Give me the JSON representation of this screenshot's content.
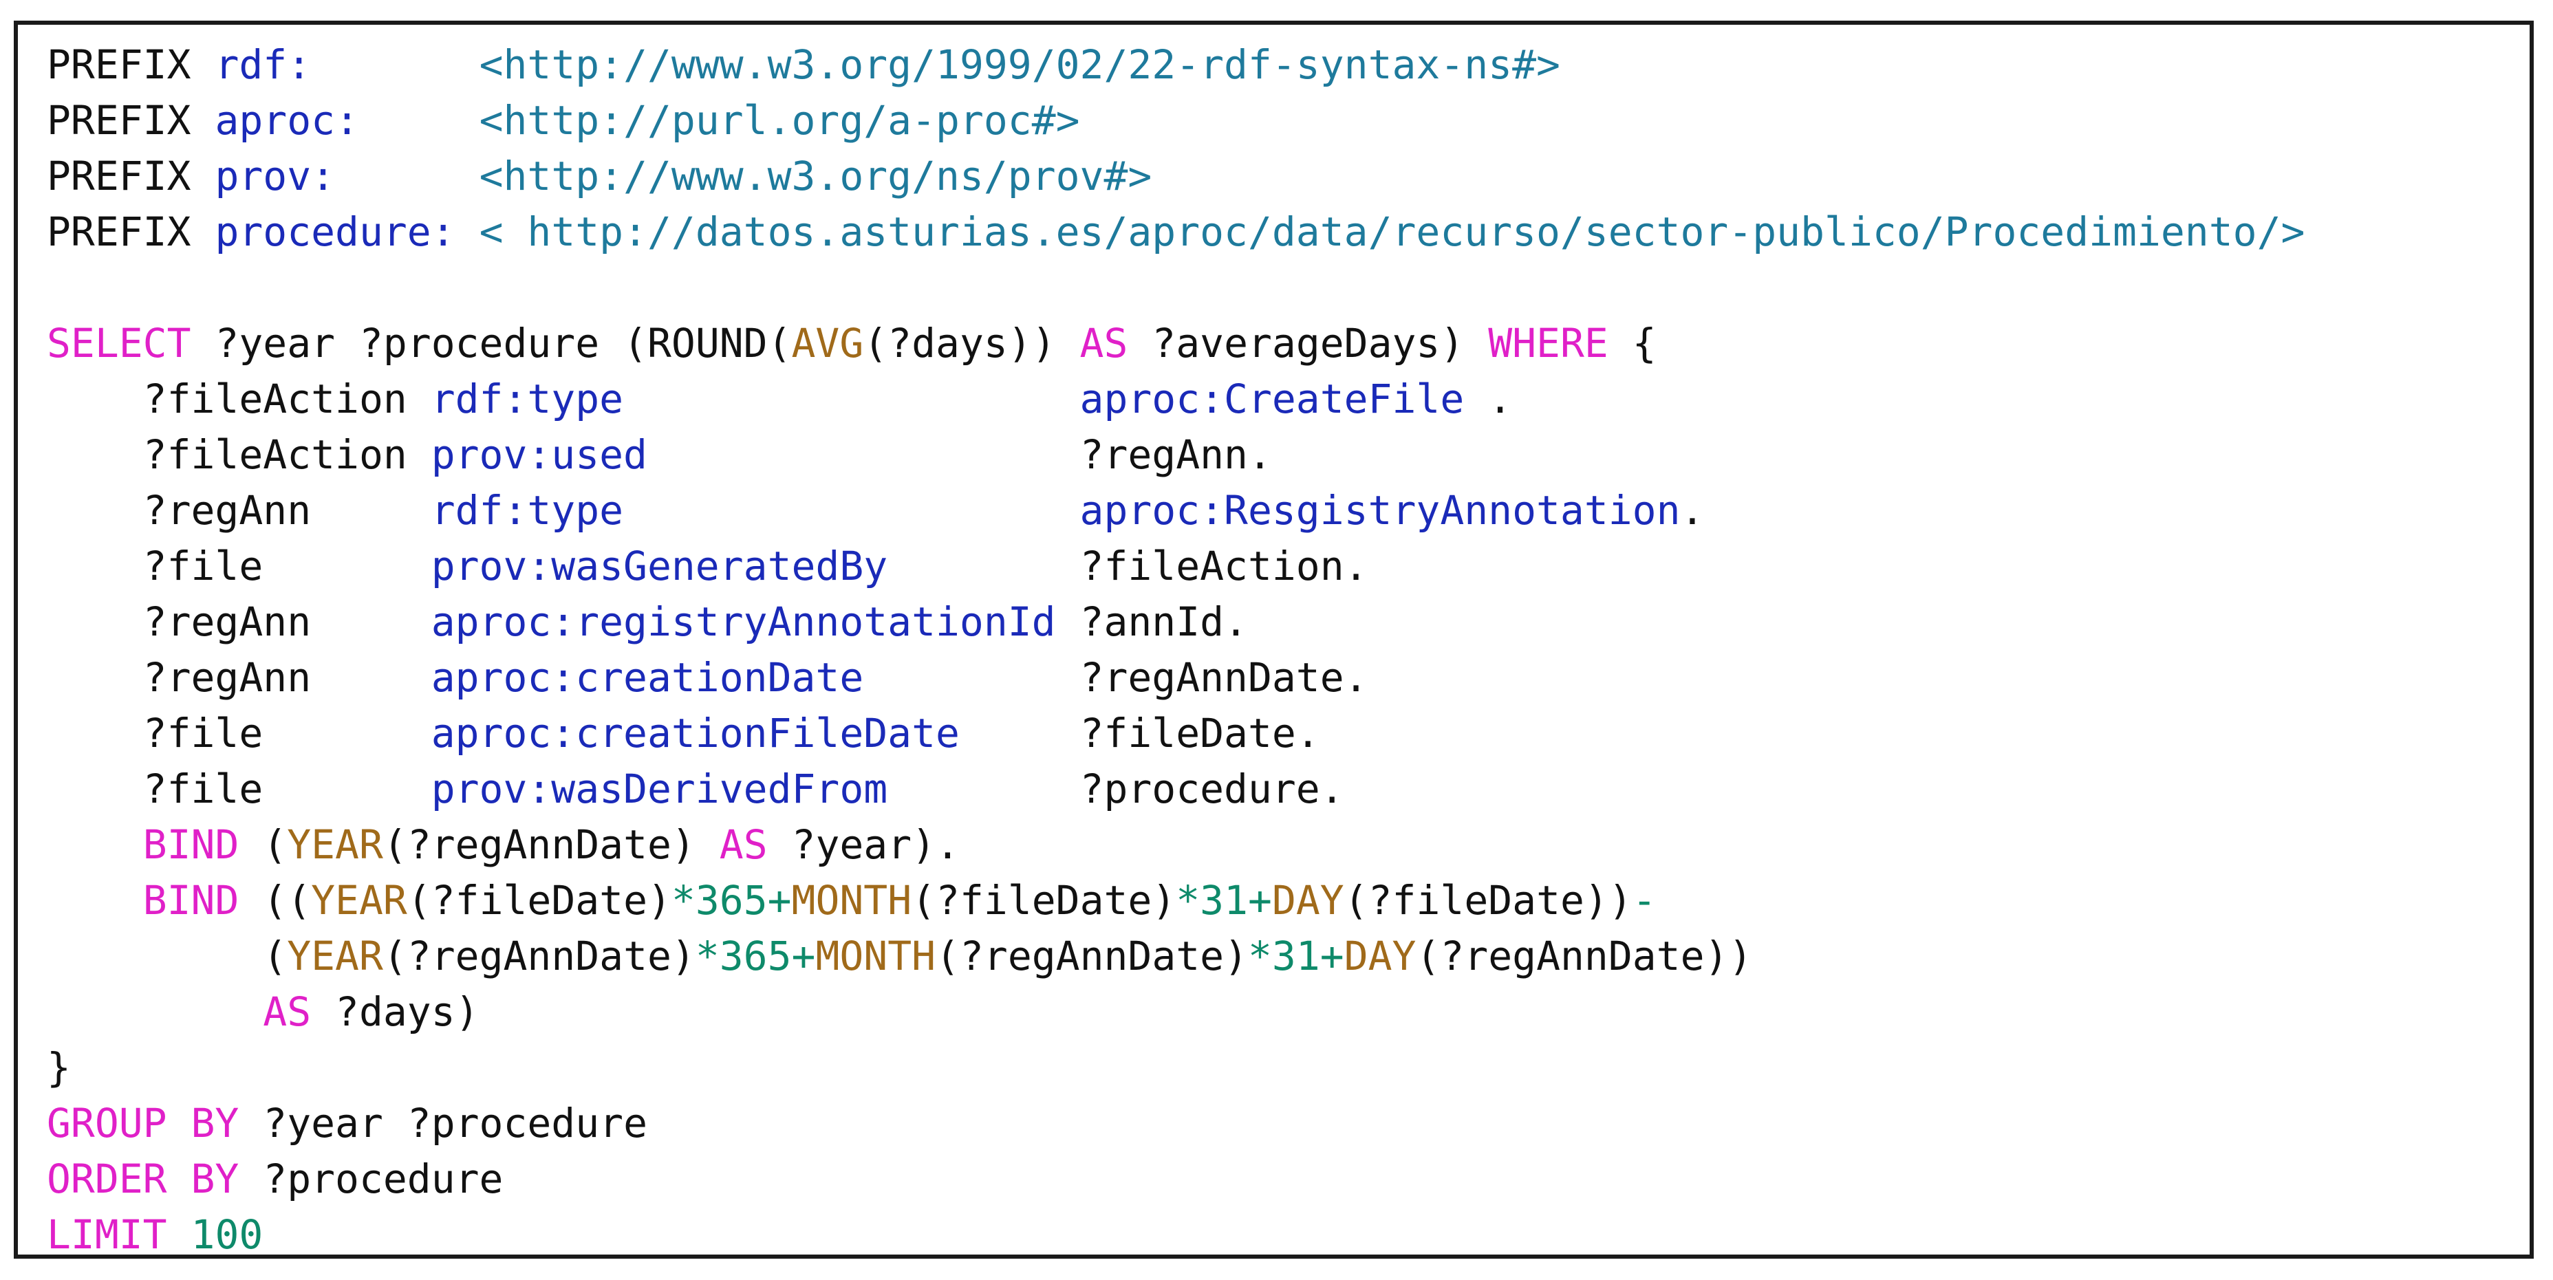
{
  "colors": {
    "plain": "#111111",
    "keyword": "#e020c8",
    "function": "#a06a1a",
    "prefix": "#1a2ab8",
    "iri": "#1e7a9c",
    "number": "#0e8a6a"
  },
  "code": {
    "lines": [
      [
        {
          "t": "PREFIX ",
          "c": "plain"
        },
        {
          "t": "rdf:",
          "c": "prefix"
        },
        {
          "t": "       ",
          "c": "plain"
        },
        {
          "t": "<http://www.w3.org/1999/02/22-rdf-syntax-ns#>",
          "c": "iri"
        }
      ],
      [
        {
          "t": "PREFIX ",
          "c": "plain"
        },
        {
          "t": "aproc:",
          "c": "prefix"
        },
        {
          "t": "     ",
          "c": "plain"
        },
        {
          "t": "<http://purl.org/a-proc#>",
          "c": "iri"
        }
      ],
      [
        {
          "t": "PREFIX ",
          "c": "plain"
        },
        {
          "t": "prov:",
          "c": "prefix"
        },
        {
          "t": "      ",
          "c": "plain"
        },
        {
          "t": "<http://www.w3.org/ns/prov#>",
          "c": "iri"
        }
      ],
      [
        {
          "t": "PREFIX ",
          "c": "plain"
        },
        {
          "t": "procedure:",
          "c": "prefix"
        },
        {
          "t": " ",
          "c": "plain"
        },
        {
          "t": "< http://datos.asturias.es/aproc/data/recurso/sector-publico/Procedimiento/>",
          "c": "iri"
        }
      ],
      [],
      [
        {
          "t": "SELECT",
          "c": "keyword"
        },
        {
          "t": " ?year ?procedure (ROUND(",
          "c": "plain"
        },
        {
          "t": "AVG",
          "c": "function"
        },
        {
          "t": "(?days)) ",
          "c": "plain"
        },
        {
          "t": "AS",
          "c": "keyword"
        },
        {
          "t": " ?averageDays) ",
          "c": "plain"
        },
        {
          "t": "WHERE",
          "c": "keyword"
        },
        {
          "t": " {",
          "c": "plain"
        }
      ],
      [
        {
          "t": "    ?fileAction ",
          "c": "plain"
        },
        {
          "t": "rdf:type",
          "c": "prefix"
        },
        {
          "t": "                   ",
          "c": "plain"
        },
        {
          "t": "aproc:CreateFile",
          "c": "prefix"
        },
        {
          "t": " .",
          "c": "plain"
        }
      ],
      [
        {
          "t": "    ?fileAction ",
          "c": "plain"
        },
        {
          "t": "prov:used",
          "c": "prefix"
        },
        {
          "t": "                  ?regAnn.",
          "c": "plain"
        }
      ],
      [
        {
          "t": "    ?regAnn     ",
          "c": "plain"
        },
        {
          "t": "rdf:type",
          "c": "prefix"
        },
        {
          "t": "                   ",
          "c": "plain"
        },
        {
          "t": "aproc:ResgistryAnnotation",
          "c": "prefix"
        },
        {
          "t": ".",
          "c": "plain"
        }
      ],
      [
        {
          "t": "    ?file       ",
          "c": "plain"
        },
        {
          "t": "prov:wasGeneratedBy",
          "c": "prefix"
        },
        {
          "t": "        ?fileAction.",
          "c": "plain"
        }
      ],
      [
        {
          "t": "    ?regAnn     ",
          "c": "plain"
        },
        {
          "t": "aproc:registryAnnotationId",
          "c": "prefix"
        },
        {
          "t": " ?annId.",
          "c": "plain"
        }
      ],
      [
        {
          "t": "    ?regAnn     ",
          "c": "plain"
        },
        {
          "t": "aproc:creationDate",
          "c": "prefix"
        },
        {
          "t": "         ?regAnnDate.",
          "c": "plain"
        }
      ],
      [
        {
          "t": "    ?file       ",
          "c": "plain"
        },
        {
          "t": "aproc:creationFileDate",
          "c": "prefix"
        },
        {
          "t": "     ?fileDate.",
          "c": "plain"
        }
      ],
      [
        {
          "t": "    ?file       ",
          "c": "plain"
        },
        {
          "t": "prov:wasDerivedFrom",
          "c": "prefix"
        },
        {
          "t": "        ?procedure.",
          "c": "plain"
        }
      ],
      [
        {
          "t": "    ",
          "c": "plain"
        },
        {
          "t": "BIND",
          "c": "keyword"
        },
        {
          "t": " (",
          "c": "plain"
        },
        {
          "t": "YEAR",
          "c": "function"
        },
        {
          "t": "(?regAnnDate) ",
          "c": "plain"
        },
        {
          "t": "AS",
          "c": "keyword"
        },
        {
          "t": " ?year).",
          "c": "plain"
        }
      ],
      [
        {
          "t": "    ",
          "c": "plain"
        },
        {
          "t": "BIND",
          "c": "keyword"
        },
        {
          "t": " ((",
          "c": "plain"
        },
        {
          "t": "YEAR",
          "c": "function"
        },
        {
          "t": "(?fileDate)",
          "c": "plain"
        },
        {
          "t": "*365+",
          "c": "number"
        },
        {
          "t": "MONTH",
          "c": "function"
        },
        {
          "t": "(?fileDate)",
          "c": "plain"
        },
        {
          "t": "*31+",
          "c": "number"
        },
        {
          "t": "DAY",
          "c": "function"
        },
        {
          "t": "(?fileDate))",
          "c": "plain"
        },
        {
          "t": "-",
          "c": "number"
        }
      ],
      [
        {
          "t": "         (",
          "c": "plain"
        },
        {
          "t": "YEAR",
          "c": "function"
        },
        {
          "t": "(?regAnnDate)",
          "c": "plain"
        },
        {
          "t": "*365+",
          "c": "number"
        },
        {
          "t": "MONTH",
          "c": "function"
        },
        {
          "t": "(?regAnnDate)",
          "c": "plain"
        },
        {
          "t": "*31+",
          "c": "number"
        },
        {
          "t": "DAY",
          "c": "function"
        },
        {
          "t": "(?regAnnDate))",
          "c": "plain"
        }
      ],
      [
        {
          "t": "         ",
          "c": "plain"
        },
        {
          "t": "AS",
          "c": "keyword"
        },
        {
          "t": " ?days)",
          "c": "plain"
        }
      ],
      [
        {
          "t": "}",
          "c": "plain"
        }
      ],
      [
        {
          "t": "GROUP BY",
          "c": "keyword"
        },
        {
          "t": " ?year ?procedure",
          "c": "plain"
        }
      ],
      [
        {
          "t": "ORDER BY",
          "c": "keyword"
        },
        {
          "t": " ?procedure",
          "c": "plain"
        }
      ],
      [
        {
          "t": "LIMIT",
          "c": "keyword"
        },
        {
          "t": " ",
          "c": "plain"
        },
        {
          "t": "100",
          "c": "number"
        }
      ]
    ]
  }
}
